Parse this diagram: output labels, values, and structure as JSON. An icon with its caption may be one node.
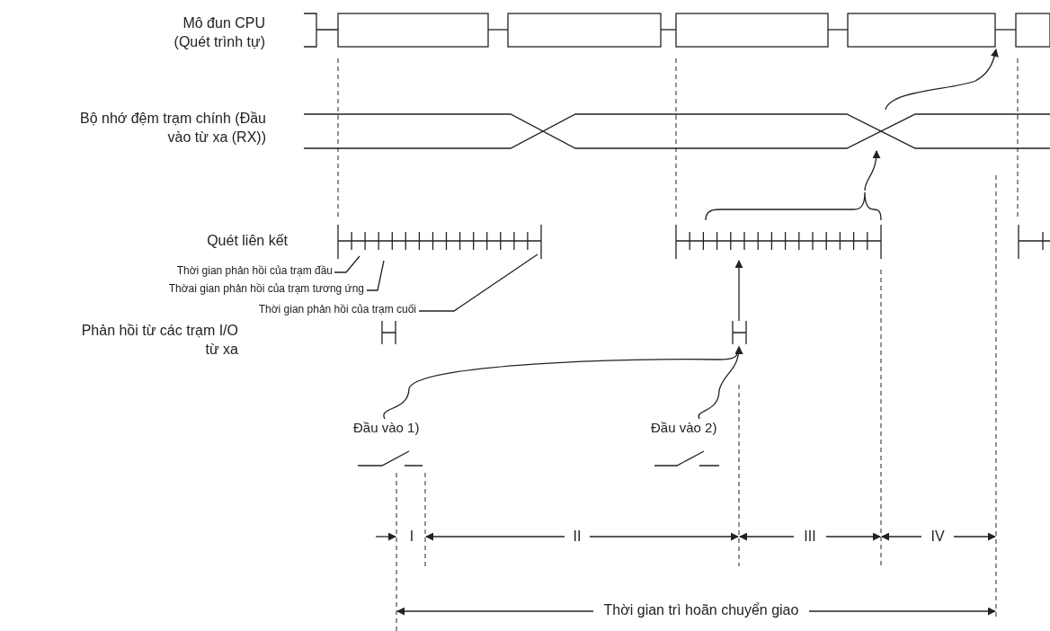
{
  "diagram": {
    "nodes": [
      {
        "text": [
          "Thời gian phản hồi của trạm đầu"
        ]
      },
      {
        "text": [
          "Thờai gian phản hồi của trạm tương ứng"
        ]
      },
      {
        "text": [
          "Thời gian phản hồi của trạm cuối"
        ]
      },
      {
        "text": [
          "Đầu vào 1)"
        ]
      },
      {
        "text": [
          "Đầu vào 2)"
        ]
      },
      {
        "text": [],
        "shape": "box"
      },
      {
        "text": [],
        "shape": "band"
      },
      {
        "text": [],
        "shape": "bar"
      },
      {
        "text": [],
        "shape": "bar"
      }
    ],
    "edges": [
      {
        "from": 0,
        "to": null,
        "arrow": "none"
      },
      {
        "from": 1,
        "to": null,
        "arrow": "none"
      },
      {
        "from": 2,
        "to": null,
        "arrow": "none"
      },
      {
        "from": 3,
        "to": 8,
        "arrow": "to"
      },
      {
        "from": 4,
        "to": 8,
        "arrow": "to"
      },
      {
        "from": 8,
        "to": 7,
        "arrow": "to"
      },
      {
        "from": 7,
        "to": 6,
        "arrow": "to"
      },
      {
        "from": 6,
        "to": 5,
        "arrow": "to"
      }
    ],
    "labels": [
      "Mô đun CPU (Quét trình tự)",
      "Bộ nhớ đệm trạm chính (Đầu vào từ xa (RX))",
      "Quét liên kết",
      "Phản hồi từ các trạm I/O từ xa",
      "I",
      "II",
      "III",
      "IV",
      "Thời gian trì hoãn chuyển giao"
    ]
  }
}
